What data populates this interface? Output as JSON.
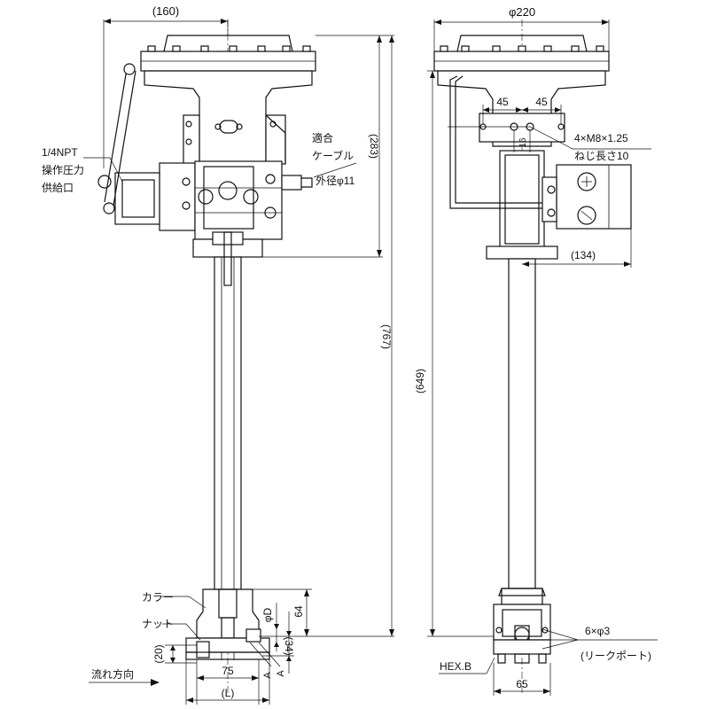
{
  "labels": {
    "supply_port_line1": "1/4NPT",
    "supply_port_line2": "操作圧力",
    "supply_port_line3": "供給口",
    "cable_line1": "適合",
    "cable_line2": "ケーブル",
    "cable_line3": "外径φ11",
    "bolt_line1": "4×M8×1.25",
    "bolt_line2": "ねじ長さ10",
    "collar": "カラー",
    "nut": "ナット",
    "flow_direction": "流れ方向",
    "leak_port_line1": "6×φ3",
    "leak_port_line2": "(リークポート)",
    "hex": "HEX.B",
    "section_a_left": "A",
    "section_a_right": "A"
  },
  "dimensions": {
    "top_width_left": "(160)",
    "diameter_220": "φ220",
    "height_283": "(283)",
    "height_767": "(767)",
    "height_649": "(649)",
    "bolt_45_left": "45",
    "bolt_45_right": "45",
    "width_16": "16",
    "width_134": "(134)",
    "phi_d": "φD",
    "height_64": "64",
    "height_34": "(34)",
    "height_20": "(20)",
    "width_75": "75",
    "width_l": "(L)",
    "width_65": "65"
  }
}
